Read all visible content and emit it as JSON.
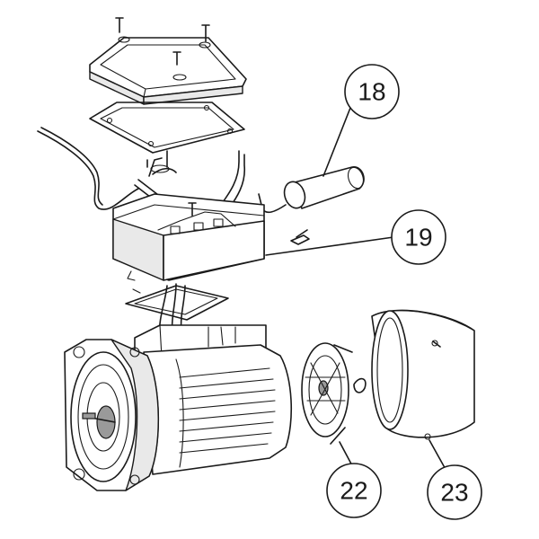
{
  "callouts": [
    {
      "id": "18",
      "label": "18"
    },
    {
      "id": "19",
      "label": "19"
    },
    {
      "id": "22",
      "label": "22"
    },
    {
      "id": "23",
      "label": "23"
    }
  ],
  "colors": {
    "line": "#1a1a1a",
    "background": "#ffffff",
    "shade": "#e9e9e9"
  }
}
